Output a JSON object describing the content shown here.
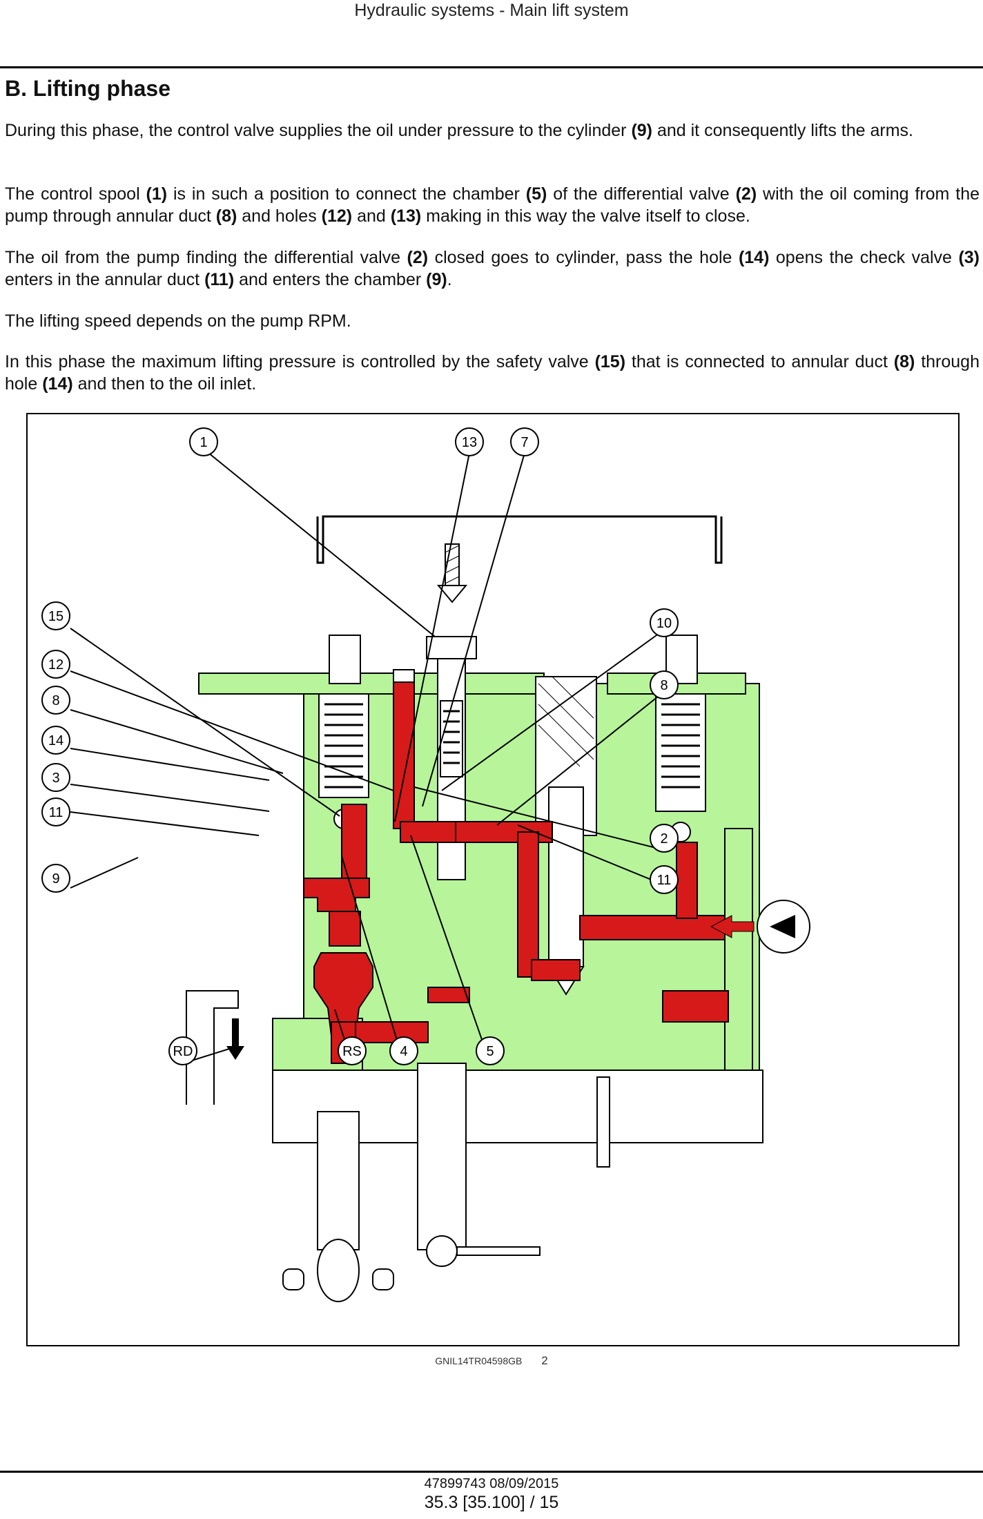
{
  "header": {
    "title": "Hydraulic systems - Main lift system"
  },
  "section": {
    "title": "B. Lifting phase"
  },
  "paragraphs": {
    "p1": [
      {
        "t": "During this phase, the control valve supplies the oil under pressure to the cylinder ",
        "b": false
      },
      {
        "t": "(9)",
        "b": true
      },
      {
        "t": " and it consequently lifts the arms.",
        "b": false
      }
    ],
    "p2": [
      {
        "t": "The control spool ",
        "b": false
      },
      {
        "t": "(1)",
        "b": true
      },
      {
        "t": " is in such a position to connect the chamber ",
        "b": false
      },
      {
        "t": "(5)",
        "b": true
      },
      {
        "t": " of the differential valve ",
        "b": false
      },
      {
        "t": "(2)",
        "b": true
      },
      {
        "t": " with the oil coming from the pump through annular duct ",
        "b": false
      },
      {
        "t": "(8)",
        "b": true
      },
      {
        "t": " and holes ",
        "b": false
      },
      {
        "t": "(12)",
        "b": true
      },
      {
        "t": " and ",
        "b": false
      },
      {
        "t": "(13)",
        "b": true
      },
      {
        "t": " making in this way the valve itself to close.",
        "b": false
      }
    ],
    "p3": [
      {
        "t": "The oil from the pump finding the differential valve ",
        "b": false
      },
      {
        "t": "(2)",
        "b": true
      },
      {
        "t": " closed goes to cylinder, pass the hole ",
        "b": false
      },
      {
        "t": "(14)",
        "b": true
      },
      {
        "t": " opens the check valve ",
        "b": false
      },
      {
        "t": "(3)",
        "b": true
      },
      {
        "t": " enters in the annular duct ",
        "b": false
      },
      {
        "t": "(11)",
        "b": true
      },
      {
        "t": " and enters the chamber ",
        "b": false
      },
      {
        "t": "(9)",
        "b": true
      },
      {
        "t": ".",
        "b": false
      }
    ],
    "p4": [
      {
        "t": "The lifting speed depends on the pump RPM.",
        "b": false
      }
    ],
    "p5": [
      {
        "t": "In this phase the maximum lifting pressure is controlled by the safety valve ",
        "b": false
      },
      {
        "t": "(15)",
        "b": true
      },
      {
        "t": " that is connected to annular duct ",
        "b": false
      },
      {
        "t": "(8)",
        "b": true
      },
      {
        "t": " through hole ",
        "b": false
      },
      {
        "t": "(14)",
        "b": true
      },
      {
        "t": " and then to the oil inlet.",
        "b": false
      }
    ]
  },
  "figure": {
    "colors": {
      "housing": "#b7f49a",
      "oil": "#d61a1a",
      "line": "#000000"
    },
    "callouts": {
      "c1": "1",
      "c13": "13",
      "c7": "7",
      "c15": "15",
      "c12": "12",
      "c8a": "8",
      "c14": "14",
      "c3": "3",
      "c11a": "11",
      "c9": "9",
      "c10": "10",
      "c8b": "8",
      "c2": "2",
      "c11b": "11",
      "cRD": "RD",
      "cRS": "RS",
      "c4": "4",
      "c5": "5"
    },
    "caption_code": "GNIL14TR04598GB",
    "caption_number": "2"
  },
  "footer": {
    "doc_date": "47899743 08/09/2015",
    "page_ref": "35.3 [35.100] / 15"
  }
}
